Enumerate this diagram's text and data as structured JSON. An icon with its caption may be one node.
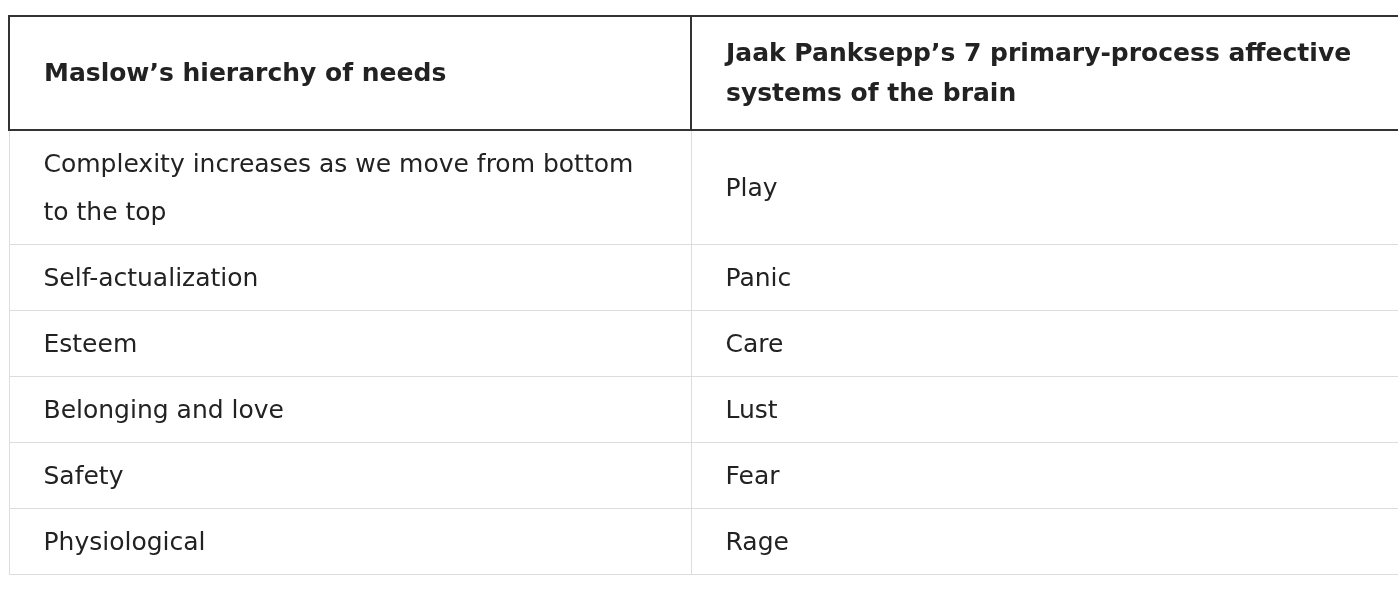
{
  "diagram": {
    "labels": [
      "Maslow’s hierarchy of needs",
      "Jaak Panksepp’s 7 primary-process affective systems of the brain",
      "Complexity increases as we move from bottom to the top",
      "Play",
      "Self-actualization",
      "Panic",
      "Esteem",
      "Care",
      "Belonging and love",
      "Lust",
      "Safety",
      "Fear",
      "Physiological",
      "Rage"
    ]
  }
}
